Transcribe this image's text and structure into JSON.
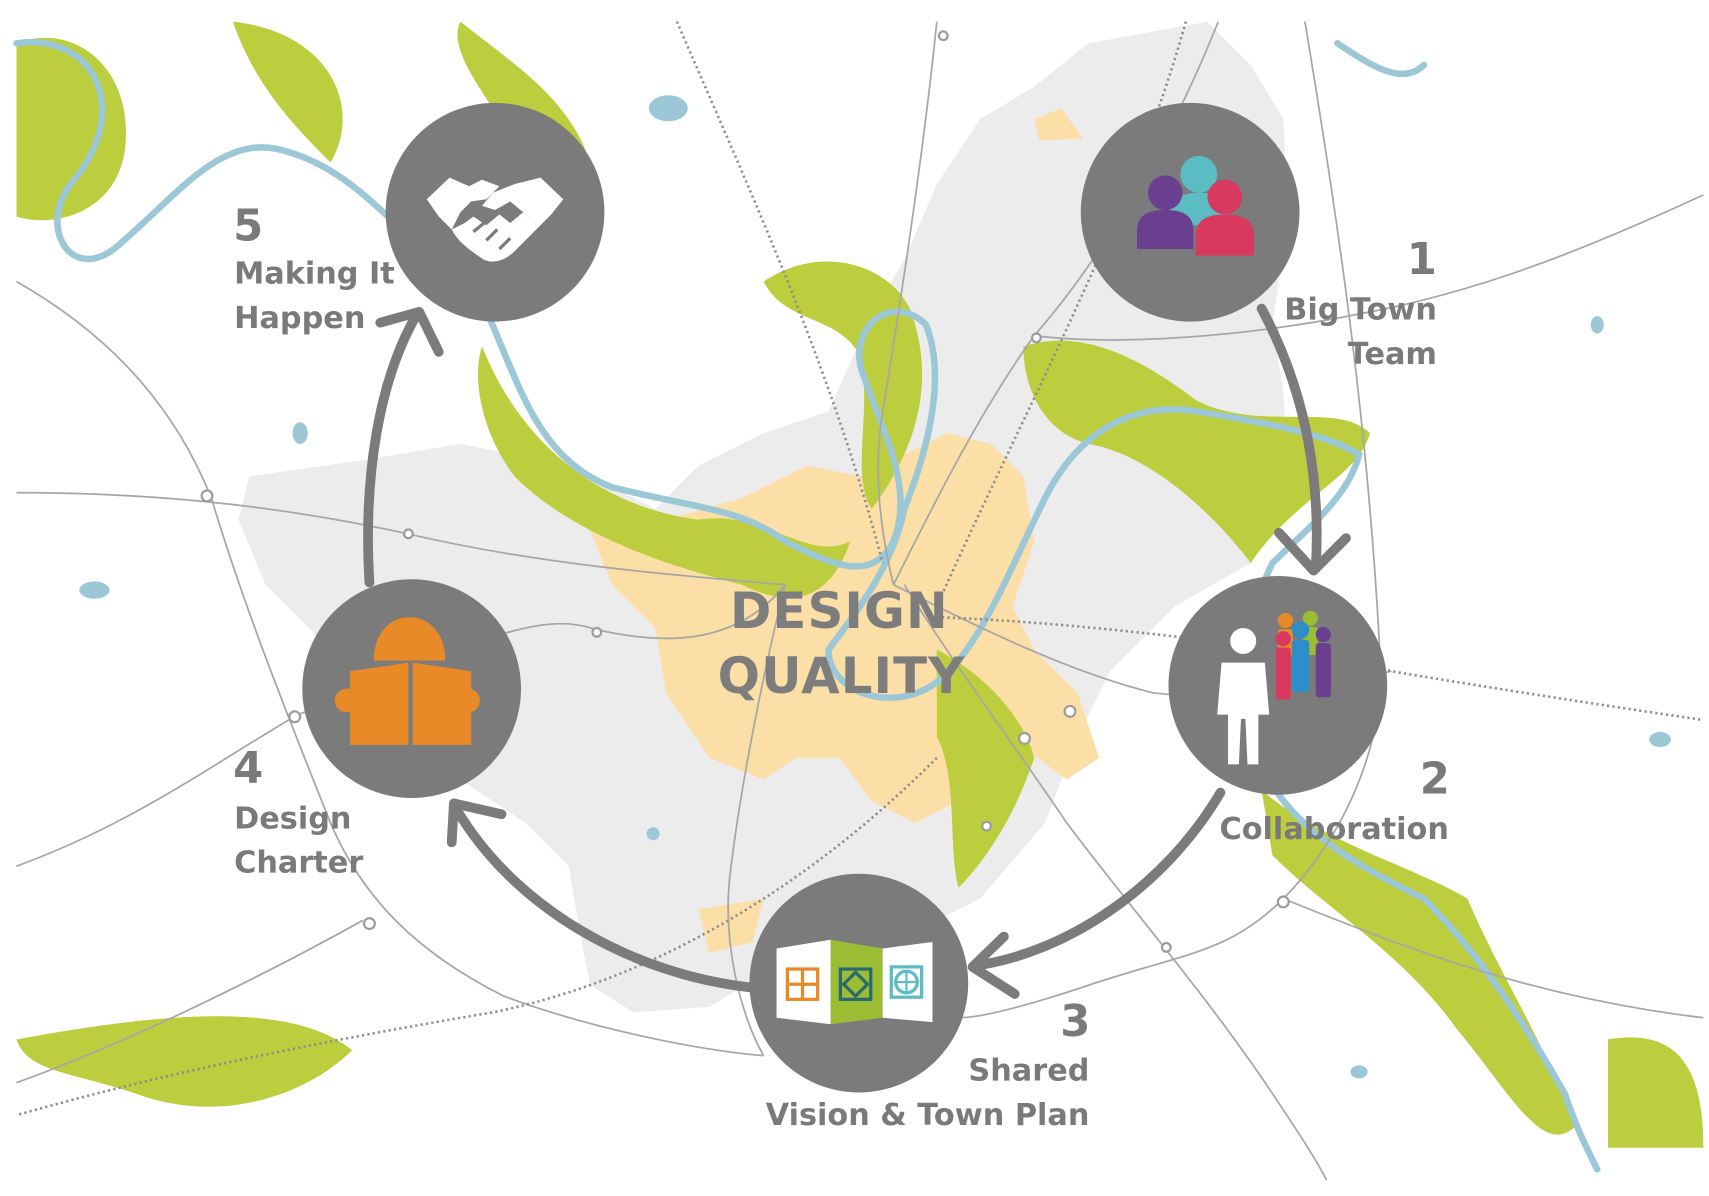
{
  "center": {
    "line1": "DESIGN",
    "line2": "QUALITY"
  },
  "steps": [
    {
      "number": "1",
      "label_lines": [
        "Big Town",
        "Team"
      ],
      "icon": "people-group-icon"
    },
    {
      "number": "2",
      "label_lines": [
        "Collaboration"
      ],
      "icon": "collaboration-people-icon"
    },
    {
      "number": "3",
      "label_lines": [
        "Shared",
        "Vision & Town Plan"
      ],
      "icon": "town-plan-document-icon"
    },
    {
      "number": "4",
      "label_lines": [
        "Design",
        "Charter"
      ],
      "icon": "reading-book-icon"
    },
    {
      "number": "5",
      "label_lines": [
        "Making It",
        "Happen"
      ],
      "icon": "handshake-icon"
    }
  ],
  "colors": {
    "circle": "#7b7b7b",
    "arrow": "#7b7b7b",
    "river": "#9cc7d6",
    "green_space": "#bccd3d",
    "urban_area": "#ececec",
    "town_centre": "#fbdfa6",
    "road": "#9d9d9d",
    "icon_purple": "#6b3f8f",
    "icon_teal": "#5bbcc4",
    "icon_red": "#d9395e",
    "icon_orange": "#e88a28",
    "icon_green": "#9bbd33",
    "icon_blue": "#2e8ec9"
  }
}
